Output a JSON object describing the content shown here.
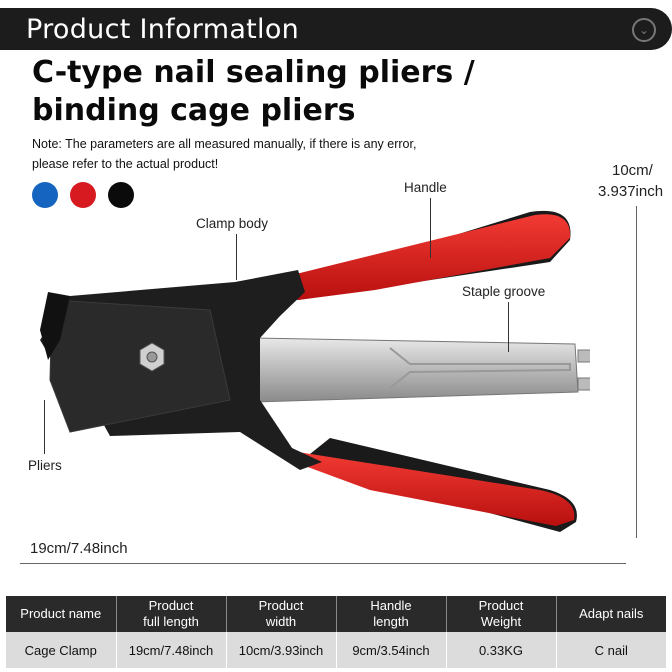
{
  "header": {
    "title": "Product Informatlon"
  },
  "title_lines": [
    "C-type nail sealing pliers /",
    "binding cage pliers"
  ],
  "note_lines": [
    "Note: The parameters are all measured manually, if there is any error,",
    "please refer to the actual product!"
  ],
  "colors": [
    "#1565c0",
    "#d71920",
    "#0b0b0b"
  ],
  "callouts": {
    "handle": "Handle",
    "clamp_body": "Clamp body",
    "staple_groove": "Staple groove",
    "pliers": "Pliers"
  },
  "dimensions": {
    "height_line1": "10cm/",
    "height_line2": "3.937inch",
    "width": "19cm/7.48inch"
  },
  "table": {
    "headers": [
      [
        "Product name"
      ],
      [
        "Product",
        "full length"
      ],
      [
        "Product",
        "width"
      ],
      [
        "Handle",
        "length"
      ],
      [
        "Product",
        "Weight"
      ],
      [
        "Adapt nails"
      ]
    ],
    "row": [
      "Cage Clamp",
      "19cm/7.48inch",
      "10cm/3.93inch",
      "9cm/3.54inch",
      "0.33KG",
      "C nail"
    ]
  }
}
